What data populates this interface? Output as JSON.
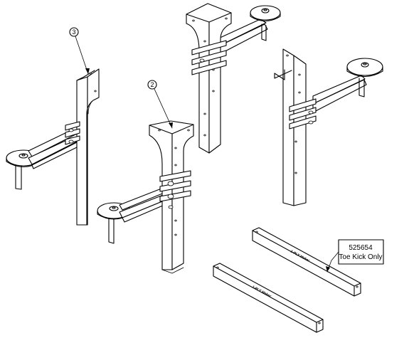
{
  "callouts": [
    {
      "number": "3"
    },
    {
      "number": "2"
    }
  ],
  "toe_kick_label": {
    "part_number": "525654",
    "description": "Toe Kick Only"
  },
  "toe_kick_stamps": [
    "1-PLY Maker",
    "1-PLY Maker"
  ]
}
